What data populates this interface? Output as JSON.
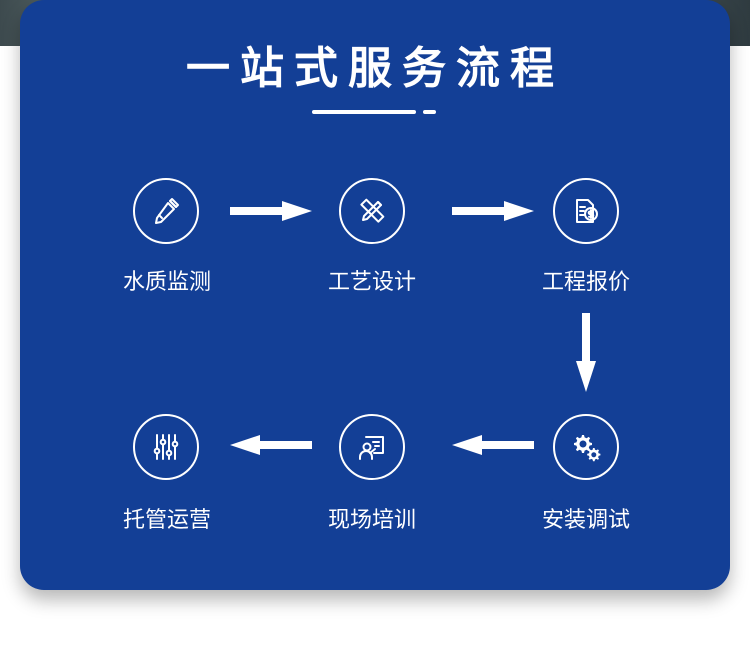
{
  "title": "一站式服务流程",
  "steps": [
    {
      "label": "水质监测",
      "icon": "pipette-icon"
    },
    {
      "label": "工艺设计",
      "icon": "pencil-ruler-icon"
    },
    {
      "label": "工程报价",
      "icon": "invoice-dollar-icon"
    },
    {
      "label": "安装调试",
      "icon": "gears-icon"
    },
    {
      "label": "现场培训",
      "icon": "trainer-board-icon"
    },
    {
      "label": "托管运营",
      "icon": "sliders-icon"
    }
  ],
  "colors": {
    "card_background": "#133f96",
    "foreground": "#ffffff"
  }
}
